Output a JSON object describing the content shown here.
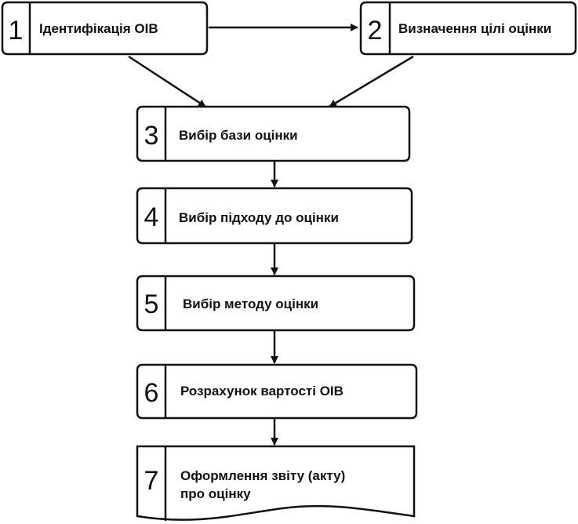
{
  "steps": [
    {
      "number": "1",
      "label": "Ідентифікація ОІВ"
    },
    {
      "number": "2",
      "label": "Визначення цілі оцінки"
    },
    {
      "number": "3",
      "label": "Вибір бази оцінки"
    },
    {
      "number": "4",
      "label": "Вибір підходу до оцінки"
    },
    {
      "number": "5",
      "label": "Вибір методу оцінки"
    },
    {
      "number": "6",
      "label": "Розрахунок вартості ОІВ"
    },
    {
      "number": "7",
      "label_line1": "Оформлення звіту (акту)",
      "label_line2": "про оцінку"
    }
  ]
}
